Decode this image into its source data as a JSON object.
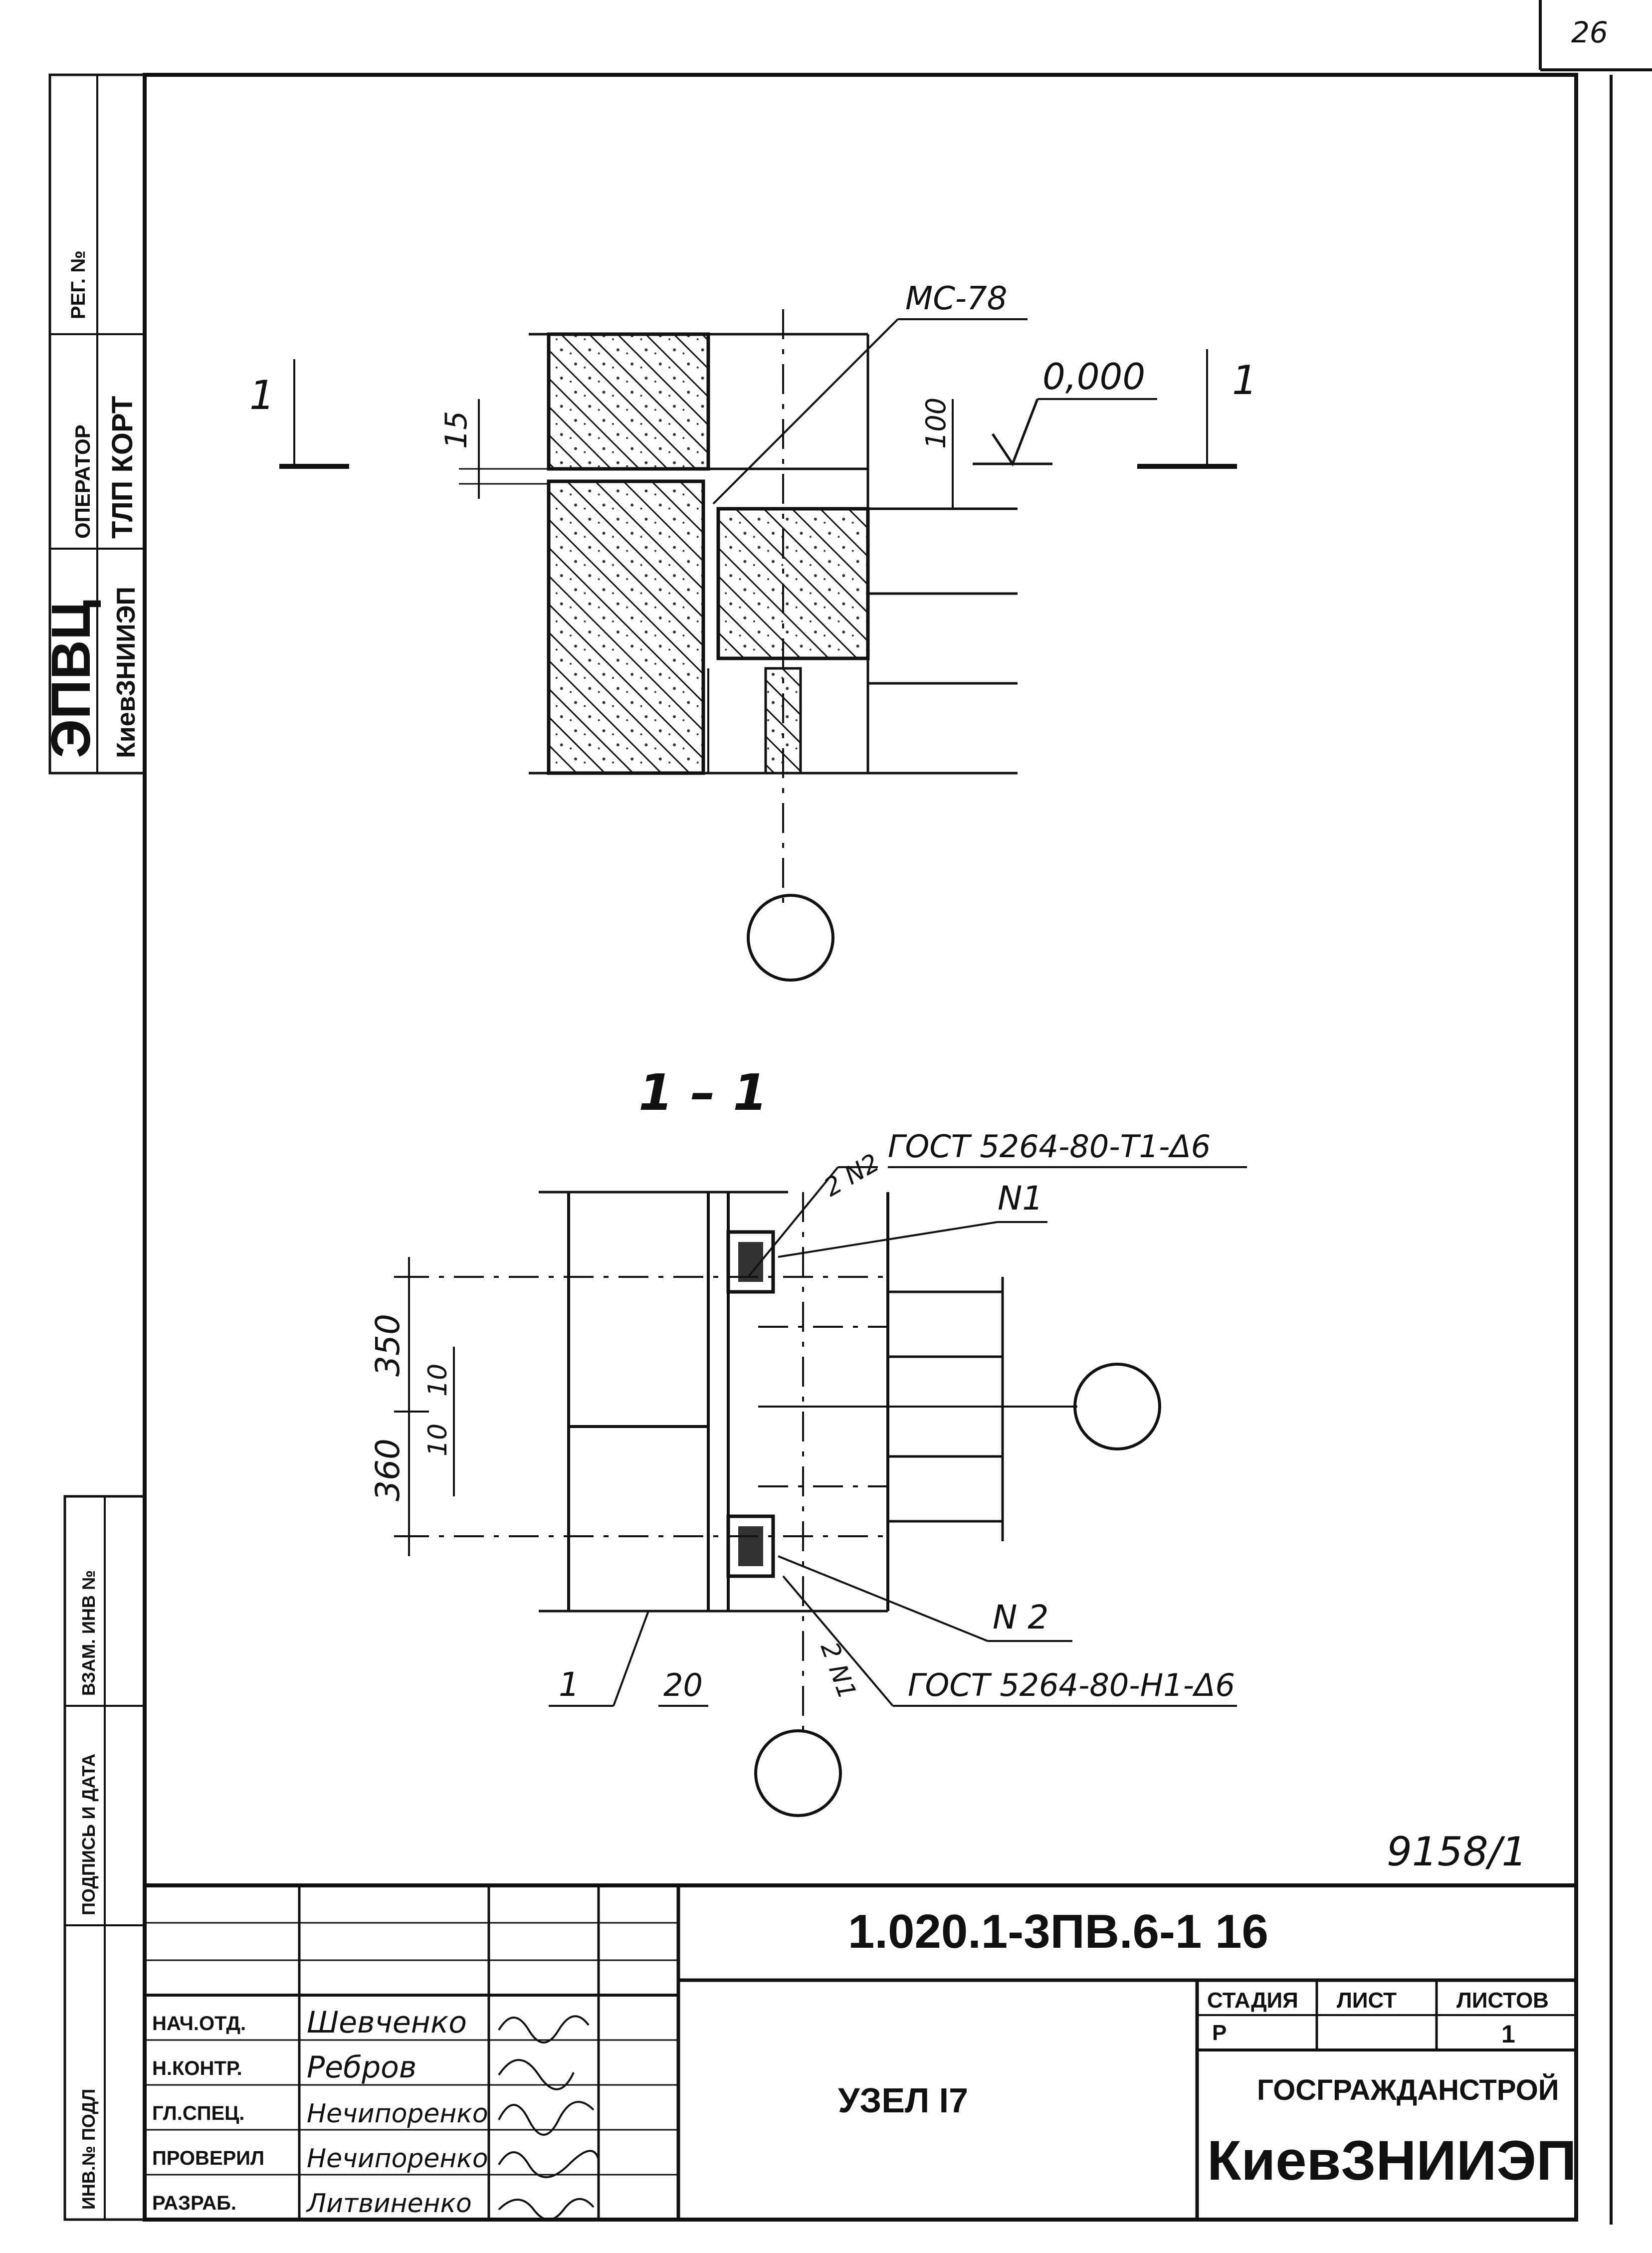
{
  "sheet_number": "26",
  "left_stamp": {
    "org_line1": "ЭПВЦ",
    "org_line2": "КиевЗНИИЭП",
    "operator_label": "ОПЕРАТОР",
    "check_label": "ТЛП КОРТ",
    "reg_label": "РЕГ. №"
  },
  "left_margin": {
    "inv_label": "ИНВ.№ ПОДЛ",
    "sign_label": "ПОДПИСЬ И ДАТА",
    "vzam_label": "ВЗАМ. ИНВ №"
  },
  "top_detail": {
    "mark_label": "МС-78",
    "elevation": "0,000",
    "dim_gap": "15",
    "dim_height": "100",
    "section_mark": "1"
  },
  "section": {
    "title": "1 – 1",
    "weld_top": "ГОСТ 5264-80-Т1-Δ6",
    "weld_top_qty": "2 N2",
    "weld_bottom": "ГОСТ 5264-80-Н1-Δ6",
    "weld_bottom_qty": "2 N1",
    "part_n1": "N1",
    "part_n2": "N 2",
    "dim_350": "350",
    "dim_360": "360",
    "dim_10a": "10",
    "dim_10b": "10",
    "dim_20": "20",
    "label_1": "1"
  },
  "doc_number": "9158/1",
  "title_block": {
    "designation": "1.020.1-3ПВ.6-1 16",
    "node_title": "УЗЕЛ I7",
    "stage_header": "СТАДИЯ",
    "sheet_header": "ЛИСТ",
    "sheets_header": "ЛИСТОВ",
    "stage_value": "Р",
    "sheet_value": "",
    "sheets_value": "1",
    "org_top": "ГОСГРАЖДАНСТРОЙ",
    "org_bottom": "КиевЗНИИЭП",
    "staff": [
      {
        "role": "НАЧ.ОТД.",
        "name": "Шевченко"
      },
      {
        "role": "Н.КОНТР.",
        "name": "Ребров"
      },
      {
        "role": "ГЛ.СПЕЦ.",
        "name": "Нечипоренко"
      },
      {
        "role": "ПРОВЕРИЛ",
        "name": "Нечипоренко"
      },
      {
        "role": "РАЗРАБ.",
        "name": "Литвиненко"
      }
    ]
  }
}
